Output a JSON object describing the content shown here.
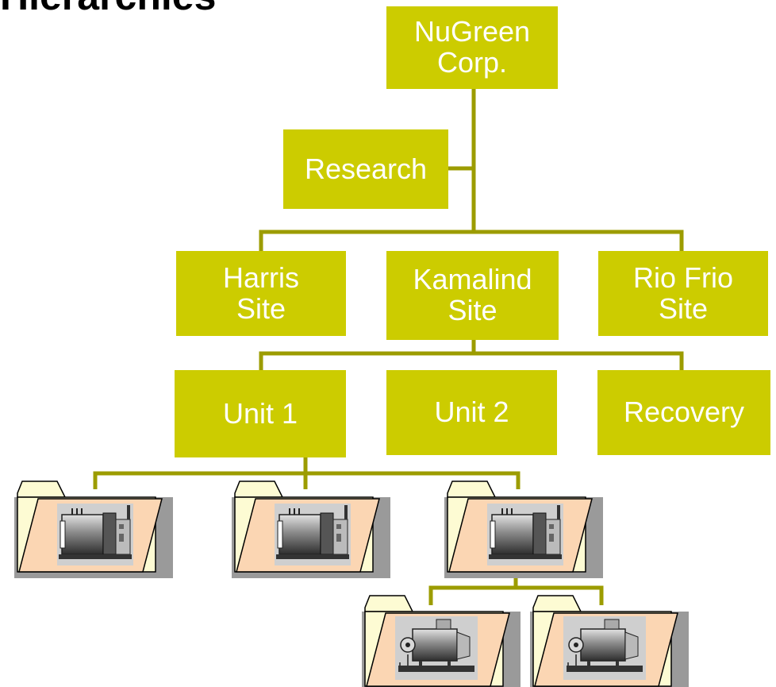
{
  "title": "Hierarchies",
  "colors": {
    "node_fill": "#cccc00",
    "node_text": "#ffffff",
    "connector": "#9c9c00",
    "folder_fill": "#fbd6b3",
    "folder_tab": "#fdfbd3",
    "shadow": "#9a9a9a"
  },
  "nodes": {
    "corp": [
      "NuGreen",
      "Corp."
    ],
    "research": [
      "Research"
    ],
    "harris": [
      "Harris",
      "Site"
    ],
    "kamalind": [
      "Kamalind",
      "Site"
    ],
    "riofrio": [
      "Rio Frio",
      "Site"
    ],
    "unit1": [
      "Unit 1"
    ],
    "unit2": [
      "Unit 2"
    ],
    "recovery": [
      "Recovery"
    ]
  },
  "equipment": [
    {
      "icon": "compressor-icon"
    },
    {
      "icon": "compressor-icon"
    },
    {
      "icon": "compressor-icon"
    },
    {
      "icon": "pump-motor-icon"
    },
    {
      "icon": "pump-motor-icon"
    }
  ]
}
